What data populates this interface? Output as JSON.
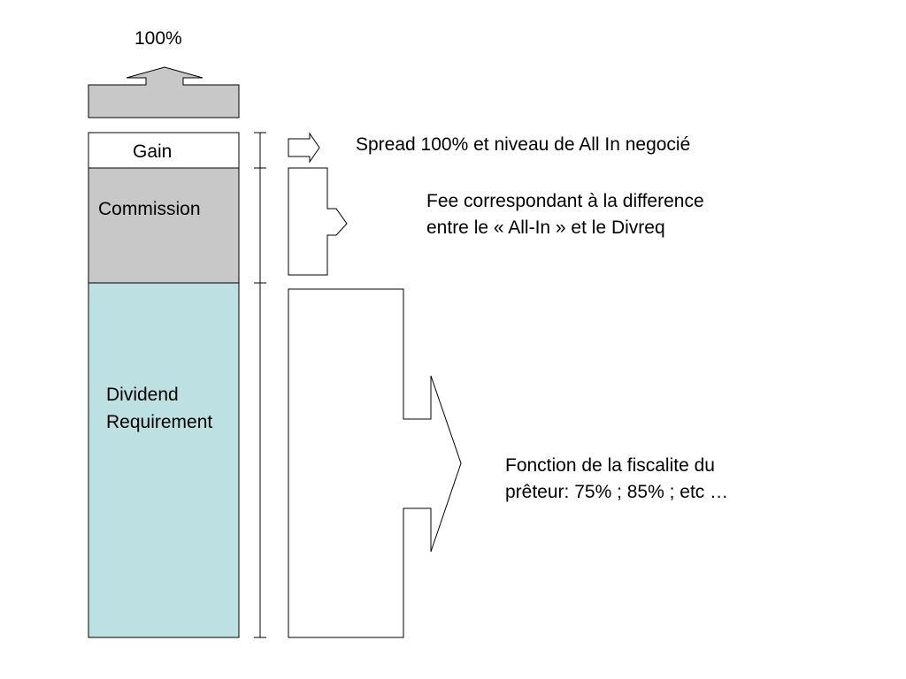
{
  "top_label": "100%",
  "segments": {
    "gain": "Gain",
    "commission": "Commission",
    "dividend": [
      "Dividend",
      "Requirement"
    ]
  },
  "annotations": {
    "spread": "Spread 100% et niveau de All In negocié",
    "fee": [
      "Fee correspondant à la difference",
      "entre le « All-In » et le Divreq"
    ],
    "fonction": [
      "Fonction de la fiscalite du",
      "prêteur: 75% ; 85% ; etc …"
    ]
  },
  "colors": {
    "gray": "#c8c8c8",
    "light_blue": "#bde0e3",
    "outline": "#000000"
  }
}
